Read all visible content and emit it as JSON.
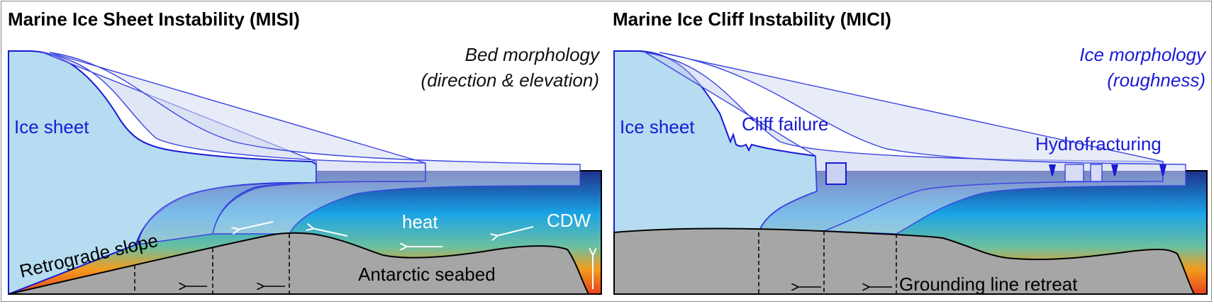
{
  "left": {
    "title": "Marine Ice Sheet Instability (MISI)",
    "theme_line1": "Bed morphology",
    "theme_line2": "(direction & elevation)",
    "ice_sheet": "Ice sheet",
    "retrograde": "Retrograde slope",
    "heat": "heat",
    "cdw": "CDW",
    "seabed": "Antarctic seabed"
  },
  "right": {
    "title": "Marine Ice Cliff Instability (MICI)",
    "theme_line1": "Ice morphology",
    "theme_line2": "(roughness)",
    "ice_sheet": "Ice sheet",
    "cliff": "Cliff failure",
    "hydro": "Hydrofracturing",
    "grounding": "Grounding line retreat"
  },
  "colors": {
    "ice": "#b5dcf0",
    "ice_outline": "#1a1ad6",
    "seabed": "#a6a6a6",
    "ocean_top": "#1e2f8a",
    "ocean_mid": "#1aa3e6",
    "ocean_warm": "#f39c1e",
    "ocean_hot": "#e8411c",
    "label_blue": "#1a1ad6"
  }
}
